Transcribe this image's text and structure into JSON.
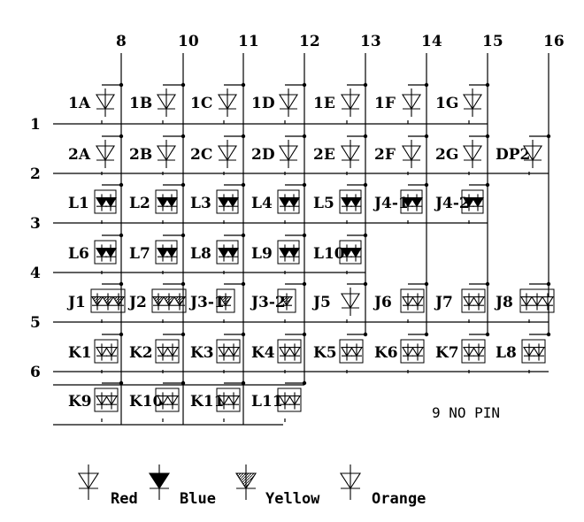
{
  "col_pins": [
    "8",
    "10",
    "11",
    "12",
    "13",
    "14",
    "15",
    "16"
  ],
  "row_pins": [
    "1",
    "2",
    "3",
    "4",
    "5",
    "6"
  ],
  "note": "9 NO PIN",
  "rows": [
    [
      {
        "l": "1A",
        "t": "o"
      },
      {
        "l": "1B",
        "t": "o"
      },
      {
        "l": "1C",
        "t": "o"
      },
      {
        "l": "1D",
        "t": "o"
      },
      {
        "l": "1E",
        "t": "o"
      },
      {
        "l": "1F",
        "t": "o"
      },
      {
        "l": "1G",
        "t": "o"
      }
    ],
    [
      {
        "l": "2A",
        "t": "o"
      },
      {
        "l": "2B",
        "t": "o"
      },
      {
        "l": "2C",
        "t": "o"
      },
      {
        "l": "2D",
        "t": "o"
      },
      {
        "l": "2E",
        "t": "o"
      },
      {
        "l": "2F",
        "t": "o"
      },
      {
        "l": "2G",
        "t": "o"
      },
      {
        "l": "DP2",
        "t": "o"
      }
    ],
    [
      {
        "l": "L1",
        "t": "b2"
      },
      {
        "l": "L2",
        "t": "b2"
      },
      {
        "l": "L3",
        "t": "b2"
      },
      {
        "l": "L4",
        "t": "b2"
      },
      {
        "l": "L5",
        "t": "b2"
      },
      {
        "l": "J4-1",
        "t": "b2"
      },
      {
        "l": "J4-2",
        "t": "b2"
      }
    ],
    [
      {
        "l": "L6",
        "t": "b2"
      },
      {
        "l": "L7",
        "t": "b2"
      },
      {
        "l": "L8",
        "t": "b2"
      },
      {
        "l": "L9",
        "t": "b2"
      },
      {
        "l": "L10",
        "t": "b2"
      }
    ],
    [
      {
        "l": "J1",
        "t": "y3"
      },
      {
        "l": "J2",
        "t": "y3"
      },
      {
        "l": "J3-1",
        "t": "y1"
      },
      {
        "l": "J3-2",
        "t": "y1"
      },
      {
        "l": "J5",
        "t": "o"
      },
      {
        "l": "J6",
        "t": "r2"
      },
      {
        "l": "J7",
        "t": "r2"
      },
      {
        "l": "J8",
        "t": "r3"
      }
    ],
    [
      {
        "l": "K1",
        "t": "r2"
      },
      {
        "l": "K2",
        "t": "r2"
      },
      {
        "l": "K3",
        "t": "r2"
      },
      {
        "l": "K4",
        "t": "r2"
      },
      {
        "l": "K5",
        "t": "r2"
      },
      {
        "l": "K6",
        "t": "r2"
      },
      {
        "l": "K7",
        "t": "r2"
      },
      {
        "l": "L8",
        "t": "r2"
      }
    ],
    [
      {
        "l": "K9",
        "t": "r2"
      },
      {
        "l": "K10",
        "t": "r2"
      },
      {
        "l": "K11",
        "t": "r2"
      },
      {
        "l": "L11",
        "t": "r2"
      }
    ]
  ],
  "legend": [
    {
      "label": "Red",
      "style": "red"
    },
    {
      "label": "Blue",
      "style": "blue"
    },
    {
      "label": "Yellow",
      "style": "yellow"
    },
    {
      "label": "Orange",
      "style": "orange"
    }
  ]
}
